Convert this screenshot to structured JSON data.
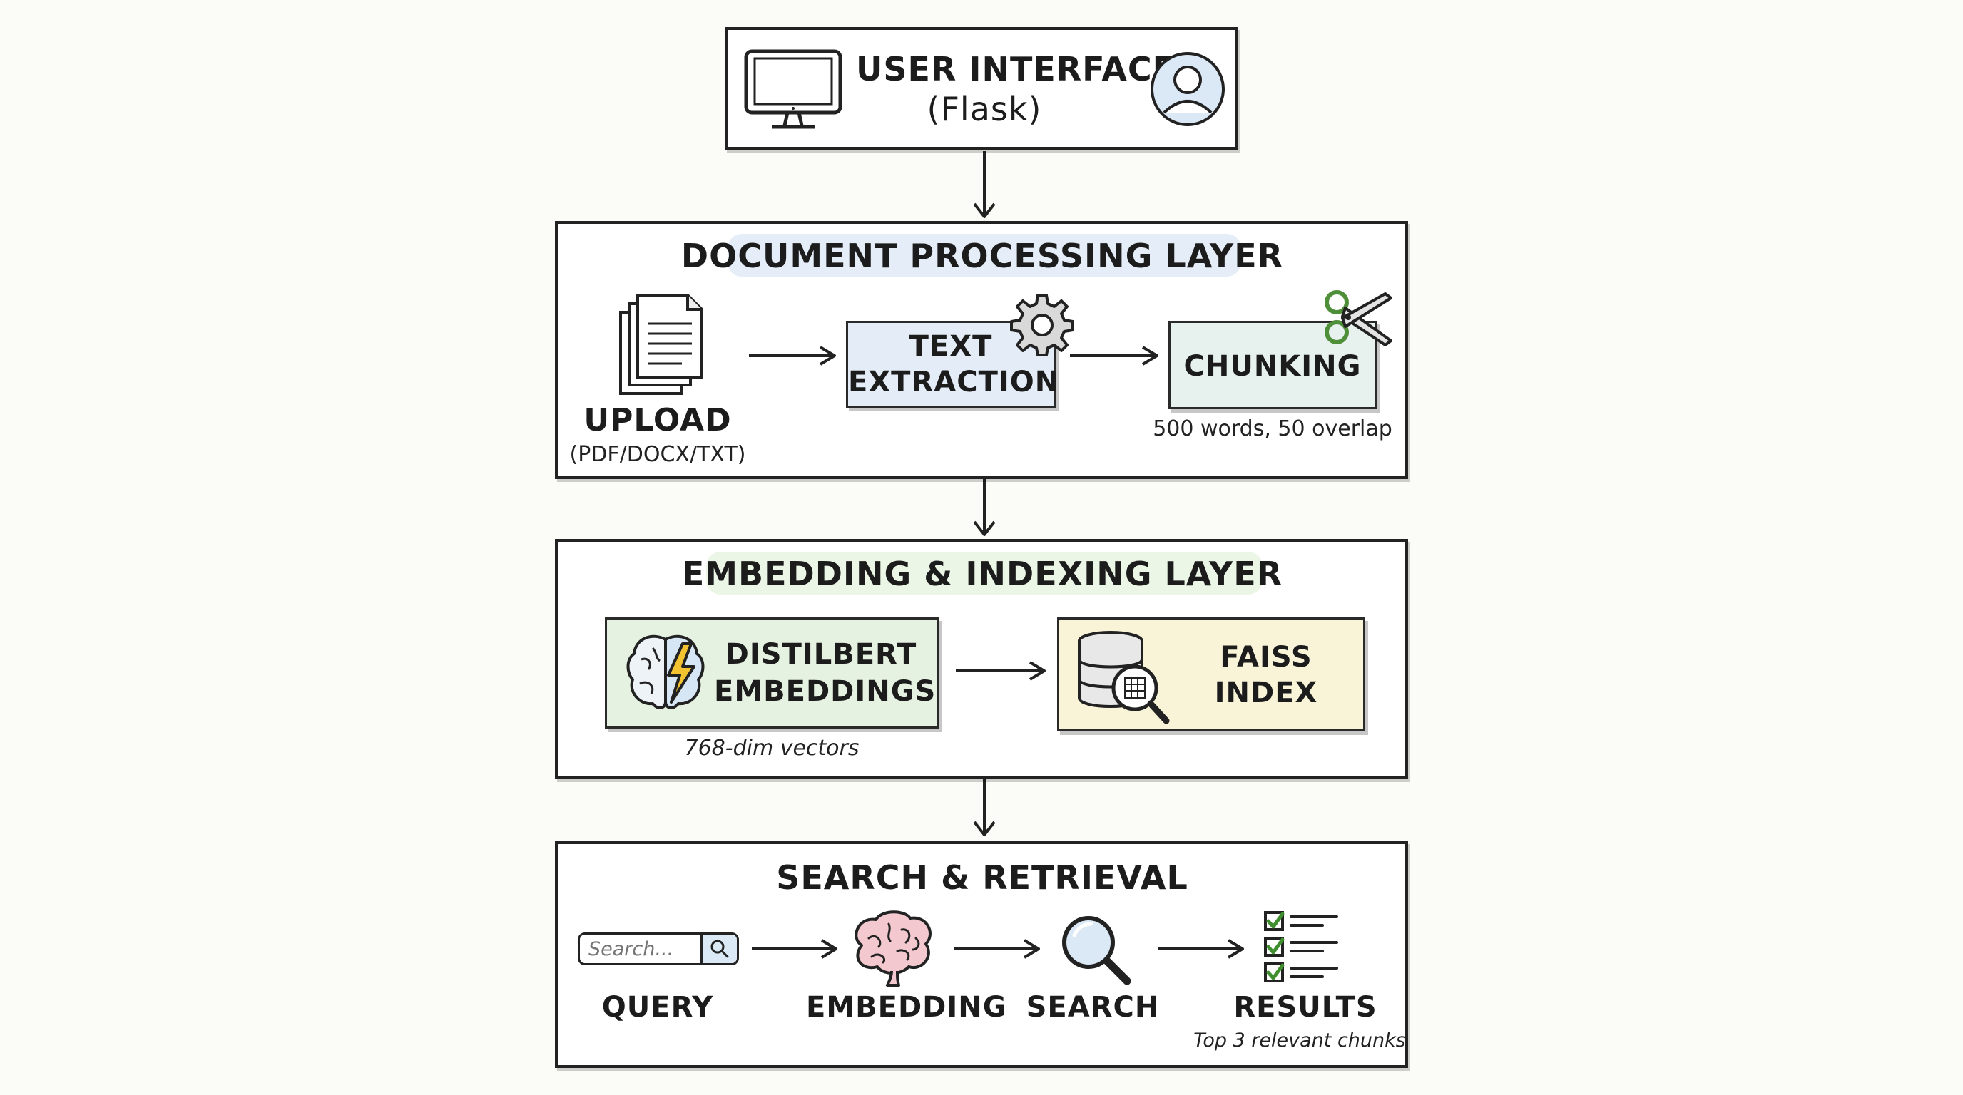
{
  "colors": {
    "ink": "#222222",
    "blue_fill": "#e3ecf7",
    "green_fill": "#e6f2e1",
    "yellow_fill": "#f9f4d8",
    "highlight_blue": "#cfe0f3",
    "highlight_green": "#dcefd2"
  },
  "ui_layer": {
    "title_line1": "USER INTERFACE",
    "title_line2": "(Flask)",
    "icons": [
      "monitor-icon",
      "user-avatar-icon"
    ]
  },
  "doc_layer": {
    "title": "DOCUMENT PROCESSING LAYER",
    "upload": {
      "label": "UPLOAD",
      "sub": "(PDF/DOCX/TXT)",
      "icon": "documents-icon"
    },
    "extraction": {
      "line1": "TEXT",
      "line2": "EXTRACTION",
      "icon": "gear-icon"
    },
    "chunking": {
      "label": "CHUNKING",
      "sub": "500 words, 50 overlap",
      "icon": "scissors-icon"
    }
  },
  "embed_layer": {
    "title": "EMBEDDING & INDEXING LAYER",
    "distilbert": {
      "line1": "DISTILBERT",
      "line2": "EMBEDDINGS",
      "sub": "768-dim vectors",
      "icon": "brain-lightning-icon"
    },
    "faiss": {
      "line1": "FAISS",
      "line2": "INDEX",
      "icon": "database-search-icon"
    }
  },
  "search_layer": {
    "title": "SEARCH & RETRIEVAL",
    "search_placeholder": "Search...",
    "steps": [
      {
        "label": "QUERY"
      },
      {
        "label": "EMBEDDING"
      },
      {
        "label": "SEARCH"
      },
      {
        "label": "RESULTS",
        "sub": "Top 3 relevant chunks"
      }
    ]
  }
}
